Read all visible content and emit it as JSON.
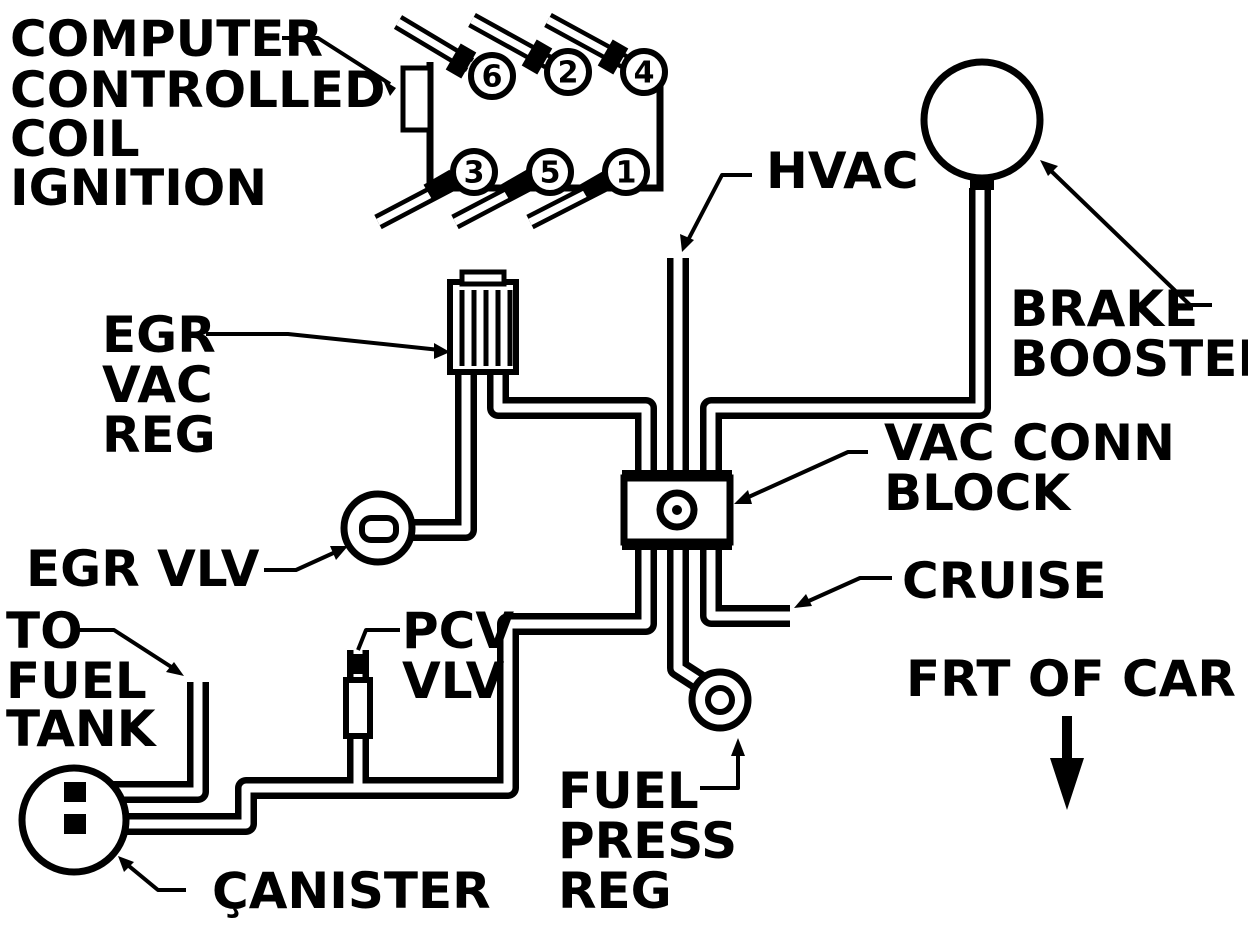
{
  "labels": {
    "ignition": [
      "COMPUTER",
      "CONTROLLED",
      "COIL",
      "IGNITION"
    ],
    "egr_vac_reg": [
      "EGR",
      "VAC",
      "REG"
    ],
    "egr_vlv": "EGR VLV",
    "to_fuel_tank": [
      "TO",
      "FUEL",
      "TANK"
    ],
    "pcv_vlv": [
      "PCV",
      "VLV"
    ],
    "canister": "ÇANISTER",
    "hvac": "HVAC",
    "brake_booster": [
      "BRAKE",
      "BOOSTER"
    ],
    "vac_conn_block": [
      "VAC CONN",
      "BLOCK"
    ],
    "cruise": "CRUISE",
    "fuel_press_reg": [
      "FUEL",
      "PRESS",
      "REG"
    ],
    "frt_of_car": "FRT OF CAR"
  },
  "coil_numbers": [
    "6",
    "2",
    "4",
    "3",
    "5",
    "1"
  ],
  "colors": {
    "ink": "#000000",
    "paper": "#ffffff"
  },
  "icons": {
    "direction": "arrow-down-icon"
  }
}
